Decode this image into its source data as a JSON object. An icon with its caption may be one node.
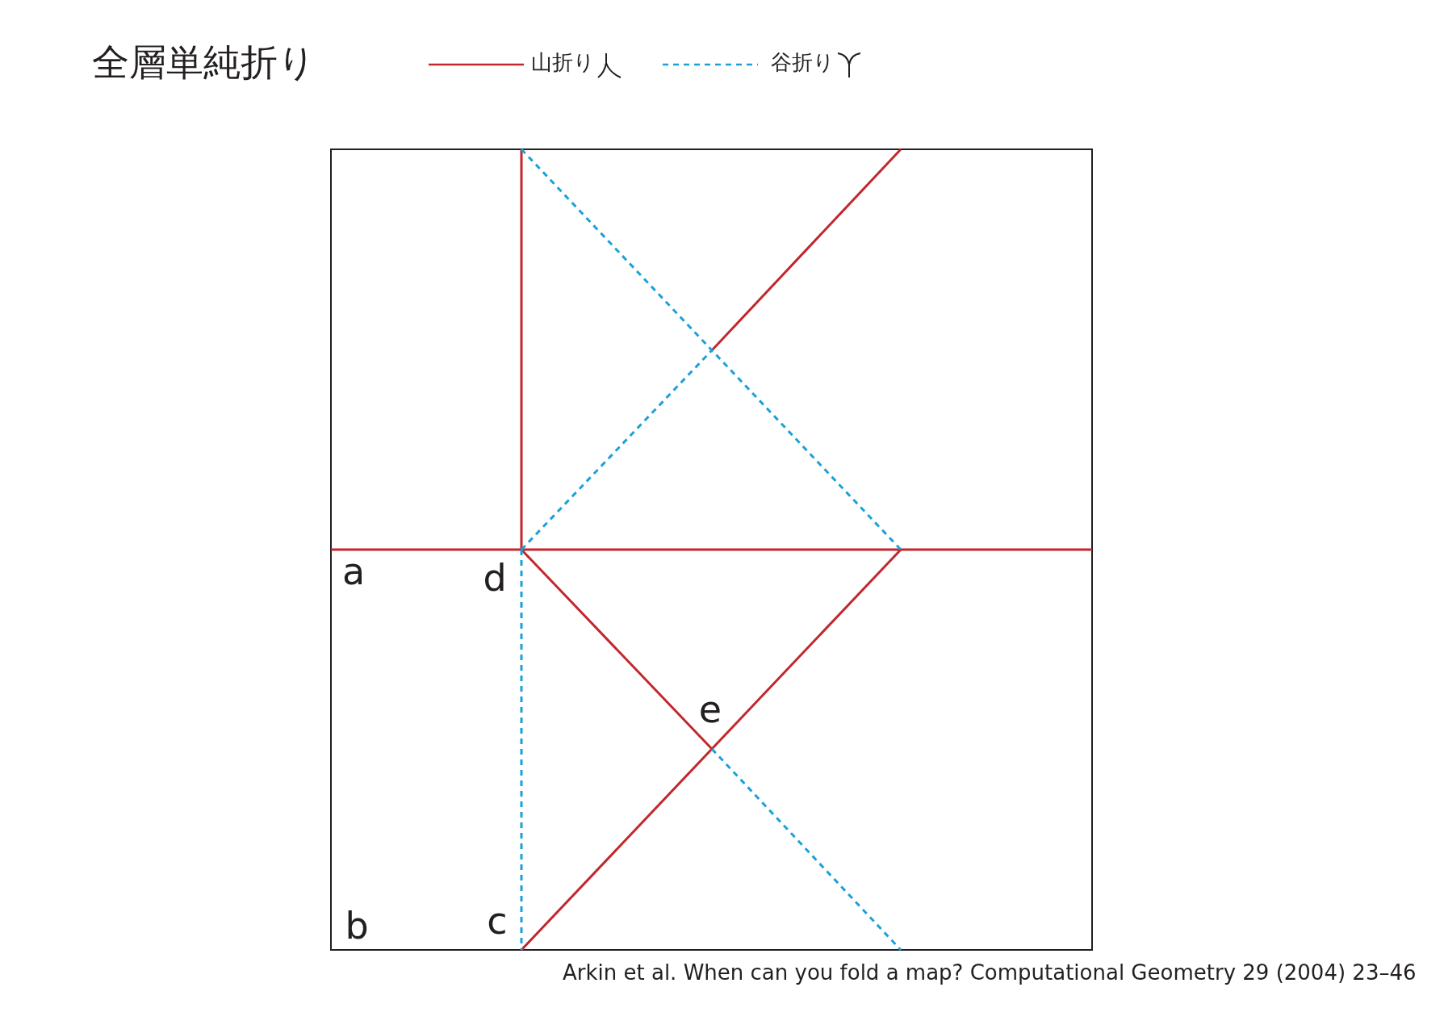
{
  "diagram": {
    "title": "全層単純折り",
    "caption": "Arkin et al.   When can you fold a map?   Computational Geometry 29 (2004) 23–46",
    "labels": [
      "a",
      "d",
      "e",
      "b",
      "c"
    ],
    "legend": [
      {
        "text": "山折り"
      },
      {
        "text": "谷折り"
      }
    ]
  }
}
